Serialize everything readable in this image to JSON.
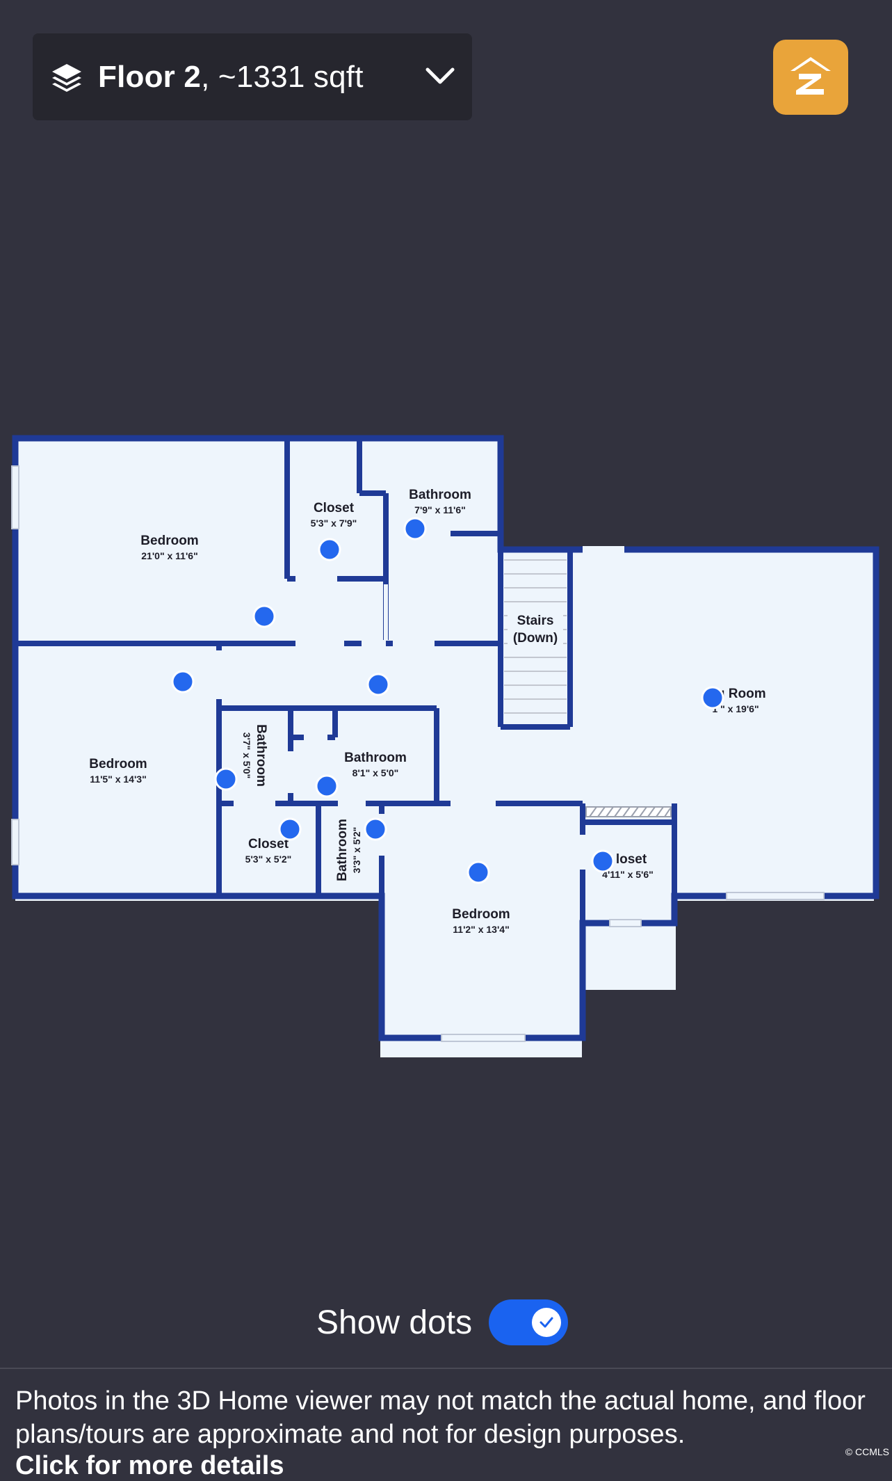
{
  "header": {
    "floor_name": "Floor 2",
    "floor_area": ", ~1331 sqft",
    "layers_icon": "layers-icon",
    "dropdown_icon": "chevron-down-icon",
    "logo_icon": "zillow-logo-icon",
    "logo_color": "#e9a43a"
  },
  "floorplan": {
    "rooms": [
      {
        "name": "Bedroom",
        "dims": "21'0\" x 11'6\""
      },
      {
        "name": "Closet",
        "dims": "5'3\" x 7'9\""
      },
      {
        "name": "Bathroom",
        "dims": "7'9\" x 11'6\""
      },
      {
        "name": "Stairs",
        "dims": "(Down)"
      },
      {
        "name": "L  g Room",
        "dims": "1  \" x 19'6\""
      },
      {
        "name": "Bedroom",
        "dims": "11'5\" x 14'3\""
      },
      {
        "name": "Bathroom",
        "dims": "3'7\" x 5'0\""
      },
      {
        "name": "Bathroom",
        "dims": "8'1\" x 5'0\""
      },
      {
        "name": "Closet",
        "dims": "5'3\" x 5'2\""
      },
      {
        "name": "Bathroom",
        "dims": "3'3\" x 5'2\""
      },
      {
        "name": "Bedroom",
        "dims": "11'2\" x 13'4\""
      },
      {
        "name": "loset",
        "dims": "4'11\" x 5'6\""
      }
    ],
    "wall_color": "#1f3a96",
    "floor_color": "#eef5fc",
    "dot_color": "#2468ee"
  },
  "controls": {
    "show_dots_label": "Show dots",
    "show_dots_on": true,
    "toggle_color": "#1a63f0"
  },
  "footer": {
    "disclaimer": "Photos in the 3D Home viewer may not match the actual home, and floor plans/tours are approximate and not for design purposes.",
    "link_text": "Click for more details",
    "watermark": "CCMLS"
  }
}
